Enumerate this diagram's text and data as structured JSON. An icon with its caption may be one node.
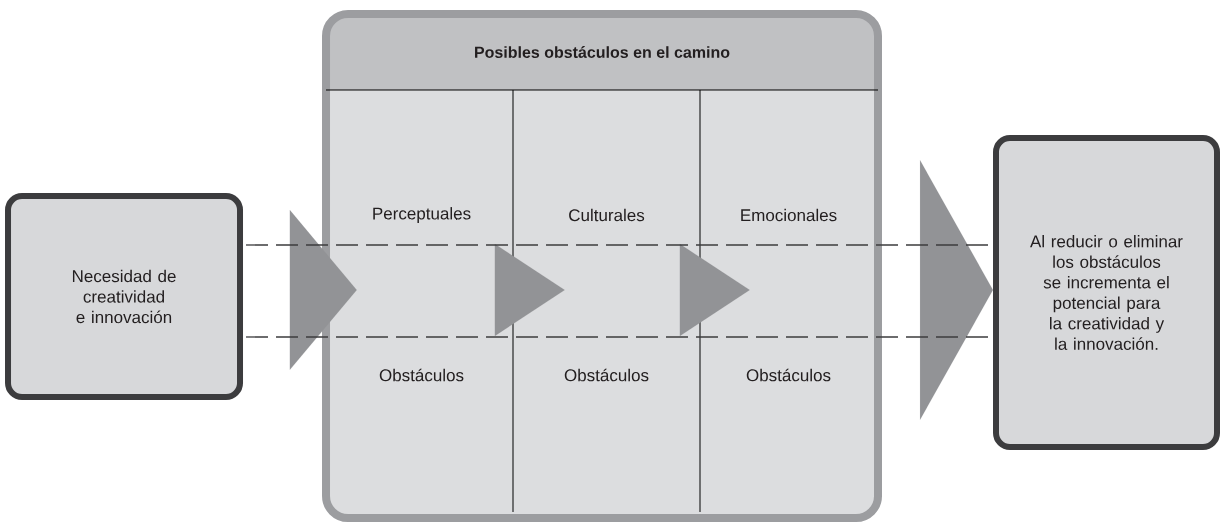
{
  "diagram": {
    "nodes": [
      {
        "text": [
          "Necesidad de creatividad e innovación"
        ]
      },
      {
        "text": [
          "Posibles obstáculos en el camino"
        ]
      },
      {
        "text": [
          "Perceptuales",
          "Obstáculos"
        ],
        "in": 1
      },
      {
        "text": [
          "Culturales",
          "Obstáculos"
        ],
        "in": 1
      },
      {
        "text": [
          "Emocionales",
          "Obstáculos"
        ],
        "in": 1
      },
      {
        "text": [
          "Al reducir o eliminar los obstáculos se incrementa el potencial para la creatividad y la innovación."
        ]
      }
    ],
    "edges": [
      {
        "from": 0,
        "to": 2,
        "arrow": "to"
      },
      {
        "from": 2,
        "to": 3,
        "arrow": "to"
      },
      {
        "from": 3,
        "to": 4,
        "arrow": "to"
      },
      {
        "from": 4,
        "to": 5,
        "arrow": "to"
      },
      {
        "from": 0,
        "to": 5,
        "arrow": "none",
        "style": "dashed"
      },
      {
        "from": 0,
        "to": 5,
        "arrow": "none",
        "style": "dashed"
      }
    ]
  }
}
